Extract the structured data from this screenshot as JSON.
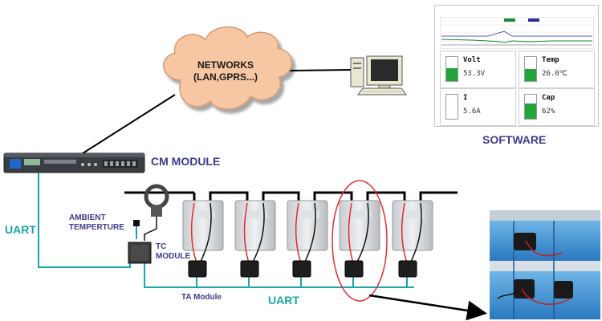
{
  "cloud": {
    "line1": "NETWORKS",
    "line2": "(LAN,GPRS...)"
  },
  "labels": {
    "software": "SOFTWARE",
    "cm_module": "CM MODULE",
    "uart_left": "UART",
    "uart_bottom": "UART",
    "ambient_line1": "AMBIENT",
    "ambient_line2": "TEMPERTURE",
    "tc_line1": "TC",
    "tc_line2": "MODULE",
    "ta_module": "TA Module"
  },
  "software_panel": {
    "gauges": [
      {
        "name": "Volt",
        "value": "53.3V",
        "fill_fraction": 0.55
      },
      {
        "name": "Temp",
        "value": "26.0℃",
        "fill_fraction": 0.5
      },
      {
        "name": "I",
        "value": "5.6A",
        "fill_fraction": 0.0
      },
      {
        "name": "Cap",
        "value": "62%",
        "fill_fraction": 0.62
      }
    ]
  },
  "colors": {
    "cloud_fill": "#f7c7a3",
    "teal_wire": "#1aa6a6",
    "label_blue": "#3c3c8c",
    "highlight_red": "#e03030",
    "gauge_green": "#22a63a"
  }
}
